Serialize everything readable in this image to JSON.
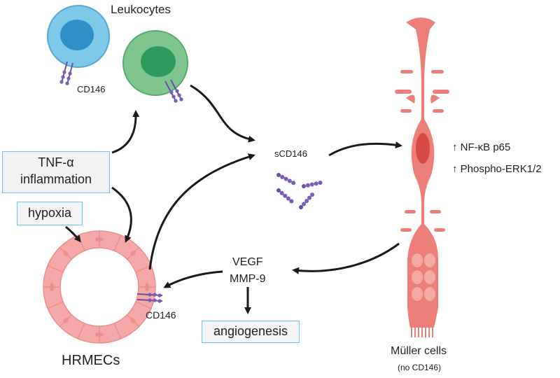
{
  "labels": {
    "leukocytes": "Leukocytes",
    "cd146_leuko": "CD146",
    "cd146_hrmec": "CD146",
    "scd146": "sCD146",
    "tnf_line1": "TNF-α",
    "tnf_line2": "inflammation",
    "hypoxia": "hypoxia",
    "vegf": "VEGF",
    "mmp9": "MMP-9",
    "angiogenesis": "angiogenesis",
    "hrmecs": "HRMECs",
    "muller": "Müller cells",
    "muller_sub": "(no CD146)",
    "nfkb": "↑ NF-κB p65",
    "erk": "↑ Phospho-ERK1/2"
  }
}
